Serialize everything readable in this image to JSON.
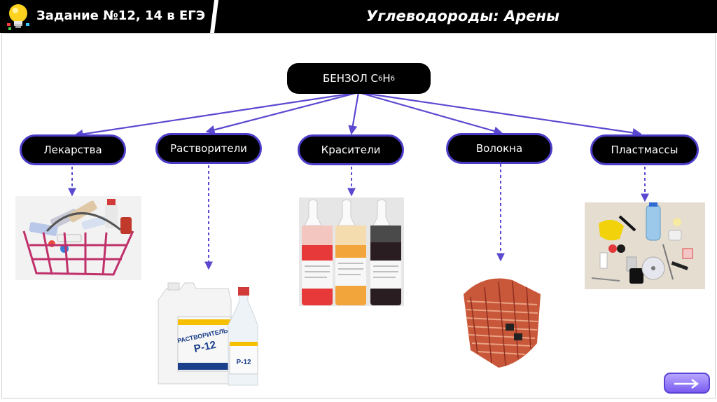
{
  "header": {
    "task_label": "Задание №12, 14 в ЕГЭ",
    "title": "Углеводороды: Арены"
  },
  "root": {
    "name": "БЕНЗОЛ С",
    "sub1": "6",
    "mid": "Н",
    "sub2": "6"
  },
  "nodes": [
    "Лекарства",
    "Растворители",
    "Красители",
    "Волокна",
    "Пластмассы"
  ],
  "photos": {
    "solvent_can_label": "РАСТВОРИТЕЛЬ",
    "solvent_can_grade": "Р-12",
    "solvent_bottle_grade": "Р-12"
  },
  "colors": {
    "arrow": "#5a48d0",
    "header_bg": "#000000",
    "node_border": "#4b3cc8"
  },
  "icons": {
    "header": "lightbulb-icon",
    "next": "arrow-right-icon"
  }
}
